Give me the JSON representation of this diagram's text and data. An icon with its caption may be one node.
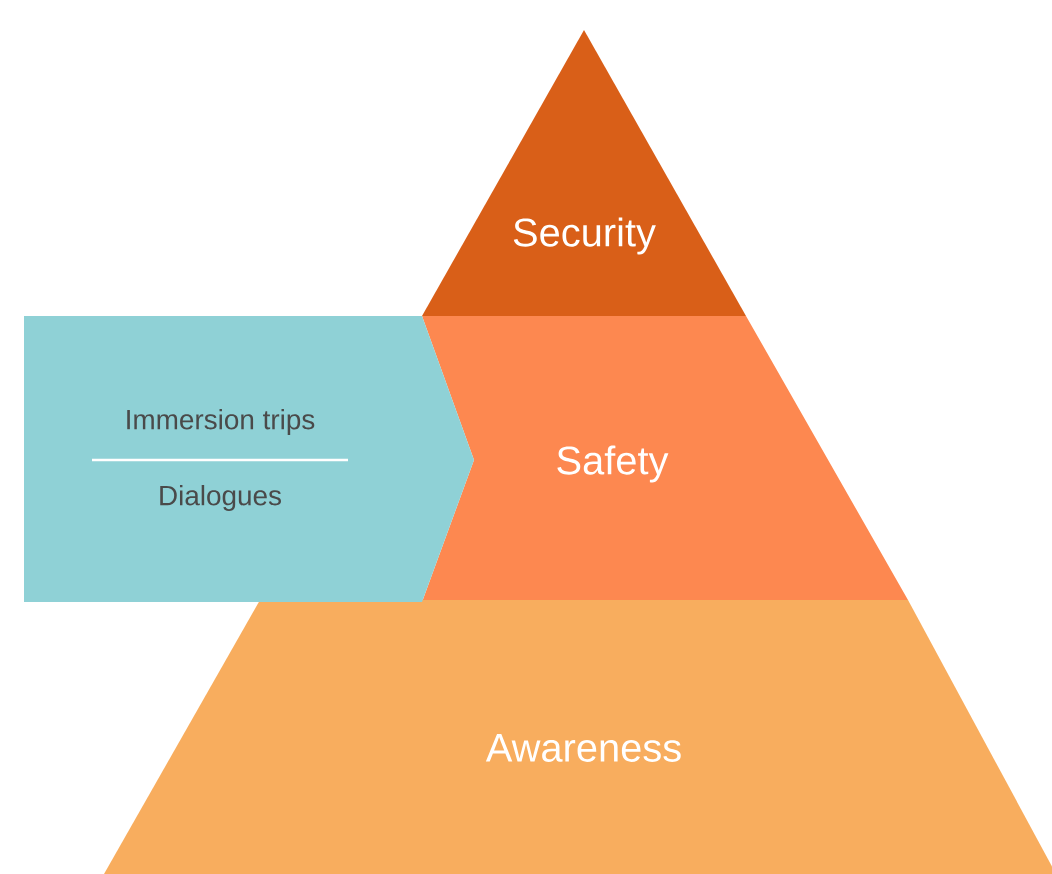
{
  "diagram": {
    "nodes": [
      {
        "text": [
          "Security"
        ]
      },
      {
        "text": [
          "Safety"
        ]
      },
      {
        "text": [
          "Awareness"
        ]
      },
      {
        "text": [
          "Immersion trips",
          "Dialogues"
        ]
      }
    ]
  }
}
